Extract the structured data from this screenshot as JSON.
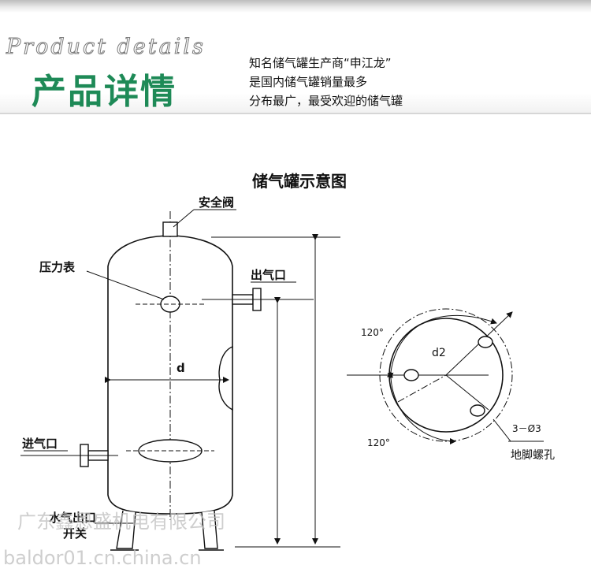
{
  "header": {
    "script_title": "Product details",
    "title": "产品详情",
    "description": [
      "知名储气罐生产商“申江龙”",
      "是国内储气罐销量最多",
      "分布最广，最受欢迎的储气罐"
    ]
  },
  "diagram": {
    "title": "储气罐示意图",
    "labels": {
      "safety_valve": "安全阀",
      "pressure_gauge": "压力表",
      "air_outlet": "出气口",
      "air_inlet": "进气口",
      "drain_switch_line1": "水气出口",
      "drain_switch_line2": "开关",
      "diameter": "d",
      "base_diameter": "d2",
      "angle_top": "120°",
      "angle_bottom": "120°",
      "holes": "3－Ø3",
      "anchor_holes": "地脚螺孔"
    }
  },
  "watermark": {
    "company": "广东鑫恩盛机电有限公司",
    "site": "baldor01.cn.china.cn"
  }
}
